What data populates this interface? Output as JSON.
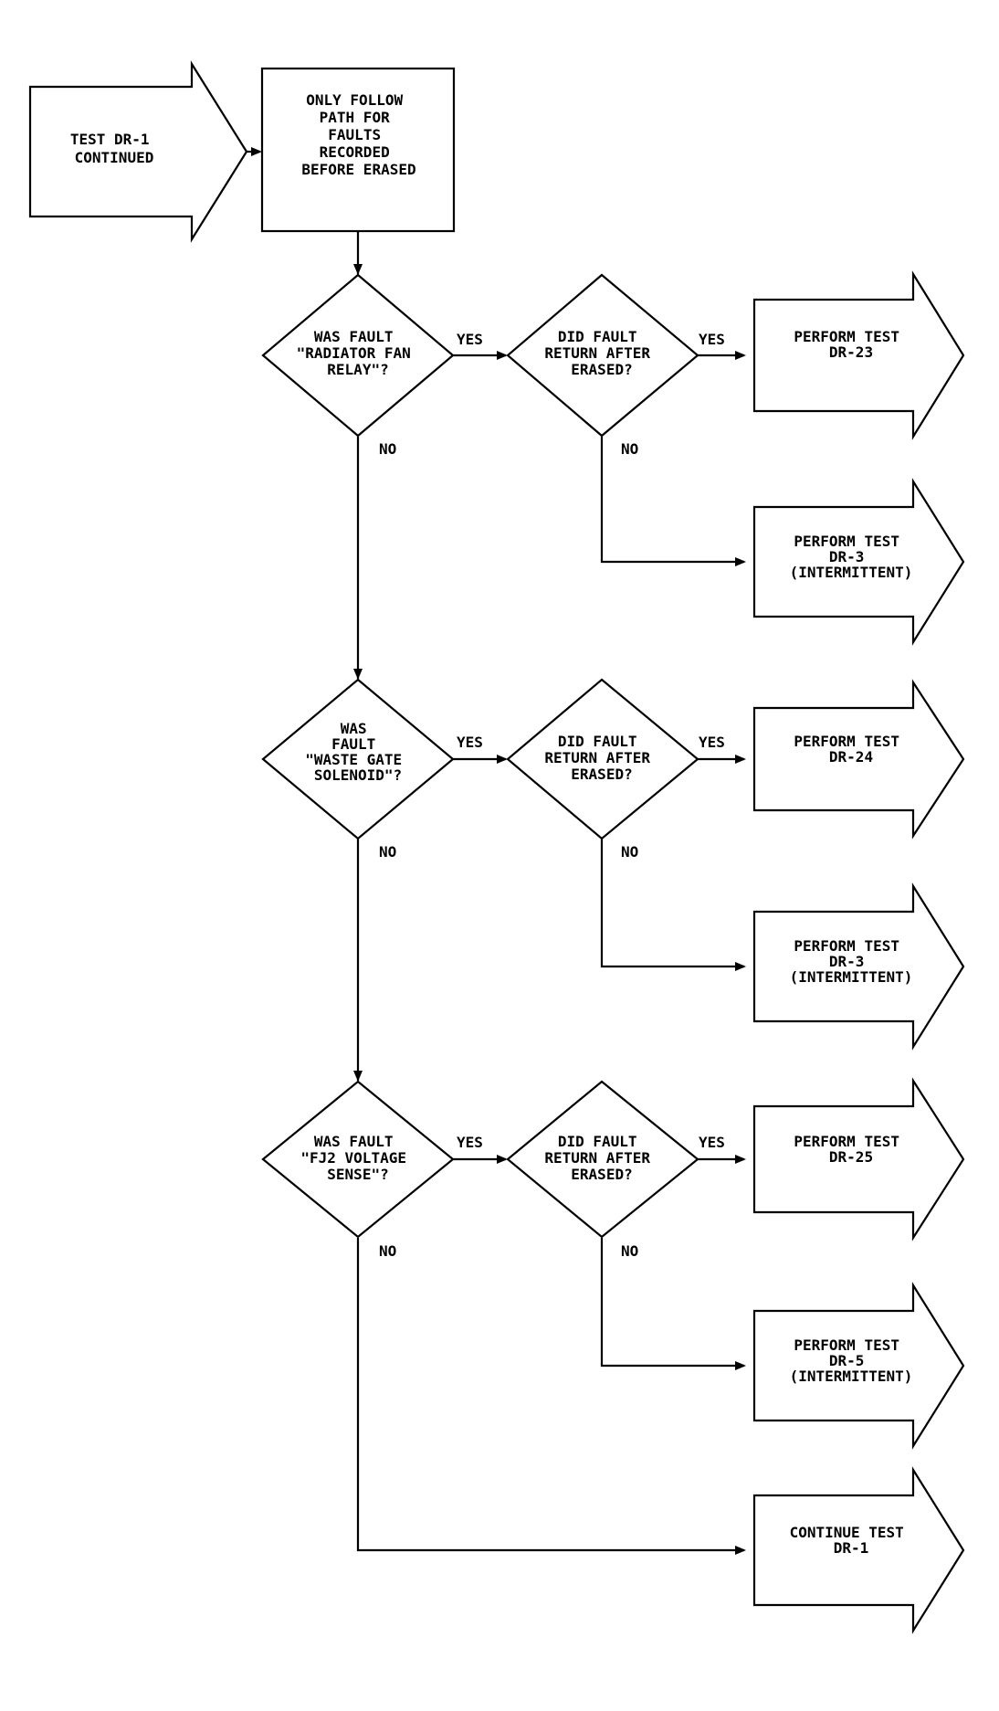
{
  "start": {
    "lines": [
      "TEST DR-1",
      "CONTINUED"
    ]
  },
  "note": {
    "lines": [
      "ONLY FOLLOW",
      "PATH FOR",
      "FAULTS",
      "RECORDED",
      "BEFORE ERASED"
    ]
  },
  "q1": {
    "lines": [
      "WAS FAULT",
      "\"RADIATOR FAN",
      "RELAY\"?"
    ]
  },
  "q2": {
    "lines": [
      "WAS",
      "FAULT",
      "\"WASTE GATE",
      "SOLENOID\"?"
    ]
  },
  "q3": {
    "lines": [
      "WAS FAULT",
      "\"FJ2 VOLTAGE",
      "SENSE\"?"
    ]
  },
  "r1": {
    "lines": [
      "DID FAULT",
      "RETURN AFTER",
      "ERASED?"
    ]
  },
  "r2": {
    "lines": [
      "DID FAULT",
      "RETURN AFTER",
      "ERASED?"
    ]
  },
  "r3": {
    "lines": [
      "DID FAULT",
      "RETURN AFTER",
      "ERASED?"
    ]
  },
  "a1": {
    "lines": [
      "PERFORM TEST",
      "DR-23"
    ]
  },
  "a2": {
    "lines": [
      "PERFORM TEST",
      "DR-3",
      "(INTERMITTENT)"
    ]
  },
  "a3": {
    "lines": [
      "PERFORM TEST",
      "DR-24"
    ]
  },
  "a4": {
    "lines": [
      "PERFORM TEST",
      "DR-3",
      "(INTERMITTENT)"
    ]
  },
  "a5": {
    "lines": [
      "PERFORM TEST",
      "DR-25"
    ]
  },
  "a6": {
    "lines": [
      "PERFORM TEST",
      "DR-5",
      "(INTERMITTENT)"
    ]
  },
  "a7": {
    "lines": [
      "CONTINUE TEST",
      "DR-1"
    ]
  },
  "labels": {
    "yes": "YES",
    "no": "NO"
  }
}
